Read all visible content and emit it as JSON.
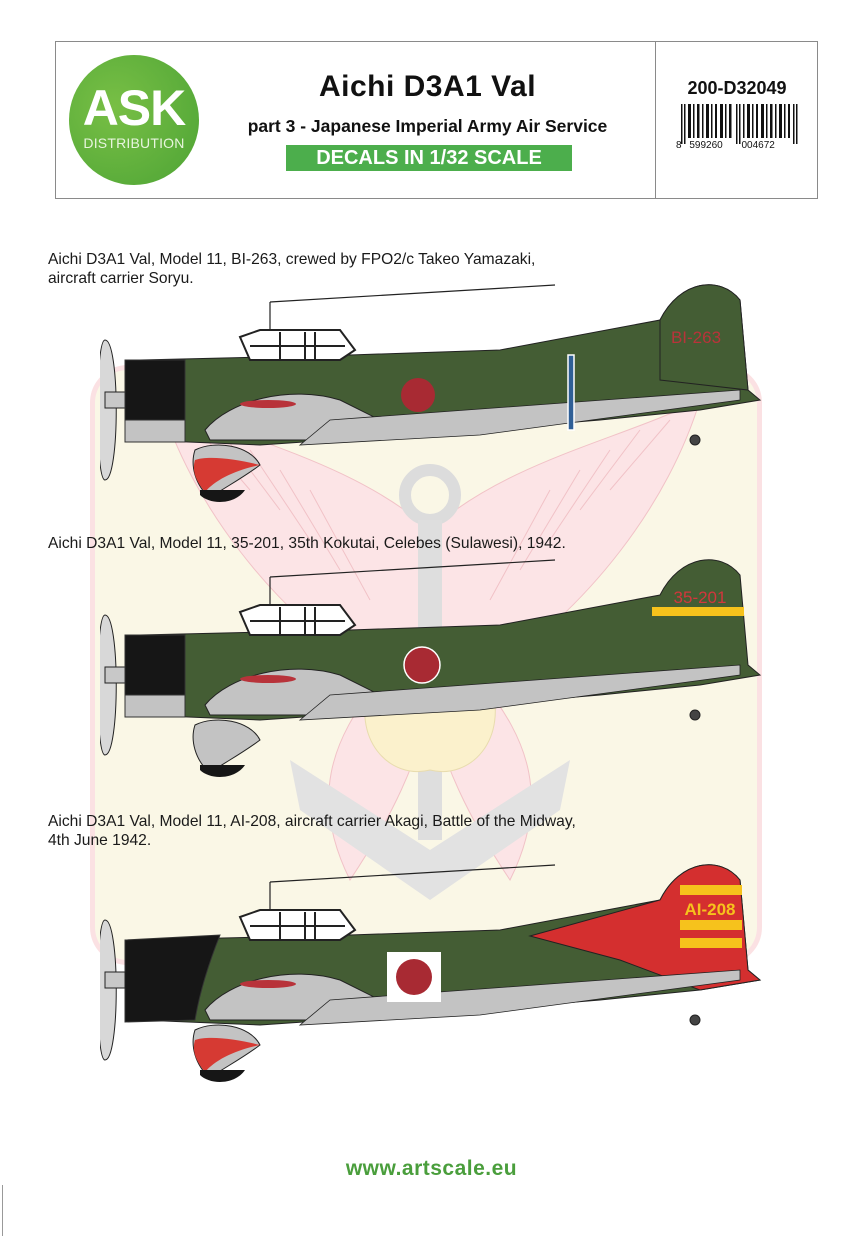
{
  "header": {
    "logo": {
      "main": "ASK",
      "sub": "DISTRIBUTION",
      "color": "#5aac3a"
    },
    "title": "Aichi  D3A1 Val",
    "subtitle": "part 3 - Japanese Imperial Army Air Service",
    "scale_badge": "DECALS IN 1/32 SCALE",
    "product_code": "200-D32049",
    "barcode": {
      "digits_first": "8",
      "digits_left": "599260",
      "digits_right": "004672"
    }
  },
  "profiles": [
    {
      "caption_line1": "Aichi D3A1 Val, Model 11, BI-263, crewed by FPO2/c Takeo Yamazaki,",
      "caption_line2": "aircraft carrier Soryu.",
      "tail_code": "BI-263",
      "tail_code_color": "#b8333a",
      "fuselage_band_color": "#2f5f96",
      "camouflage": "#445d34"
    },
    {
      "caption_line1": "Aichi D3A1 Val, Model 11, 35-201, 35th Kokutai, Celebes (Sulawesi), 1942.",
      "caption_line2": "",
      "tail_code": "35-201",
      "tail_code_color": "#d2363c",
      "tail_stripe_color": "#f6c21c",
      "camouflage": "#445d34"
    },
    {
      "caption_line1": "Aichi D3A1 Val, Model 11, AI-208, aircraft carrier Akagi, Battle of the Midway,",
      "caption_line2": "4th June 1942.",
      "tail_code": "AI-208",
      "tail_code_color": "#f6c21c",
      "tail_color": "#d42f2f",
      "camouflage": "#445d34"
    }
  ],
  "colors": {
    "hinomaru": "#a82a33",
    "light_grey": "#c3c3c3",
    "cowling": "#161616",
    "background_panel": "#faf7e6",
    "panel_border": "#fbe1e3"
  },
  "footer": {
    "url": "www.artscale.eu"
  }
}
